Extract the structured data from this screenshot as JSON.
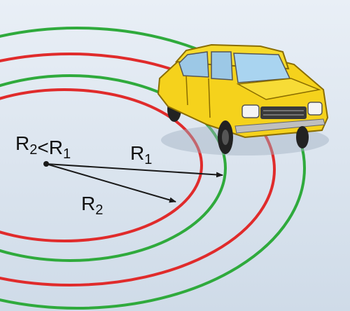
{
  "labels": {
    "comparison": "R2<R1",
    "r1": "R1",
    "r2": "R2"
  },
  "colors": {
    "background": "#dde7f1",
    "outer_track": "#2faa3c",
    "inner_track": "#e02b2b",
    "car_body": "#f5d21c",
    "arrow": "#1a1a1a"
  },
  "icons": {
    "car": "car-icon",
    "center": "center-point-icon"
  }
}
